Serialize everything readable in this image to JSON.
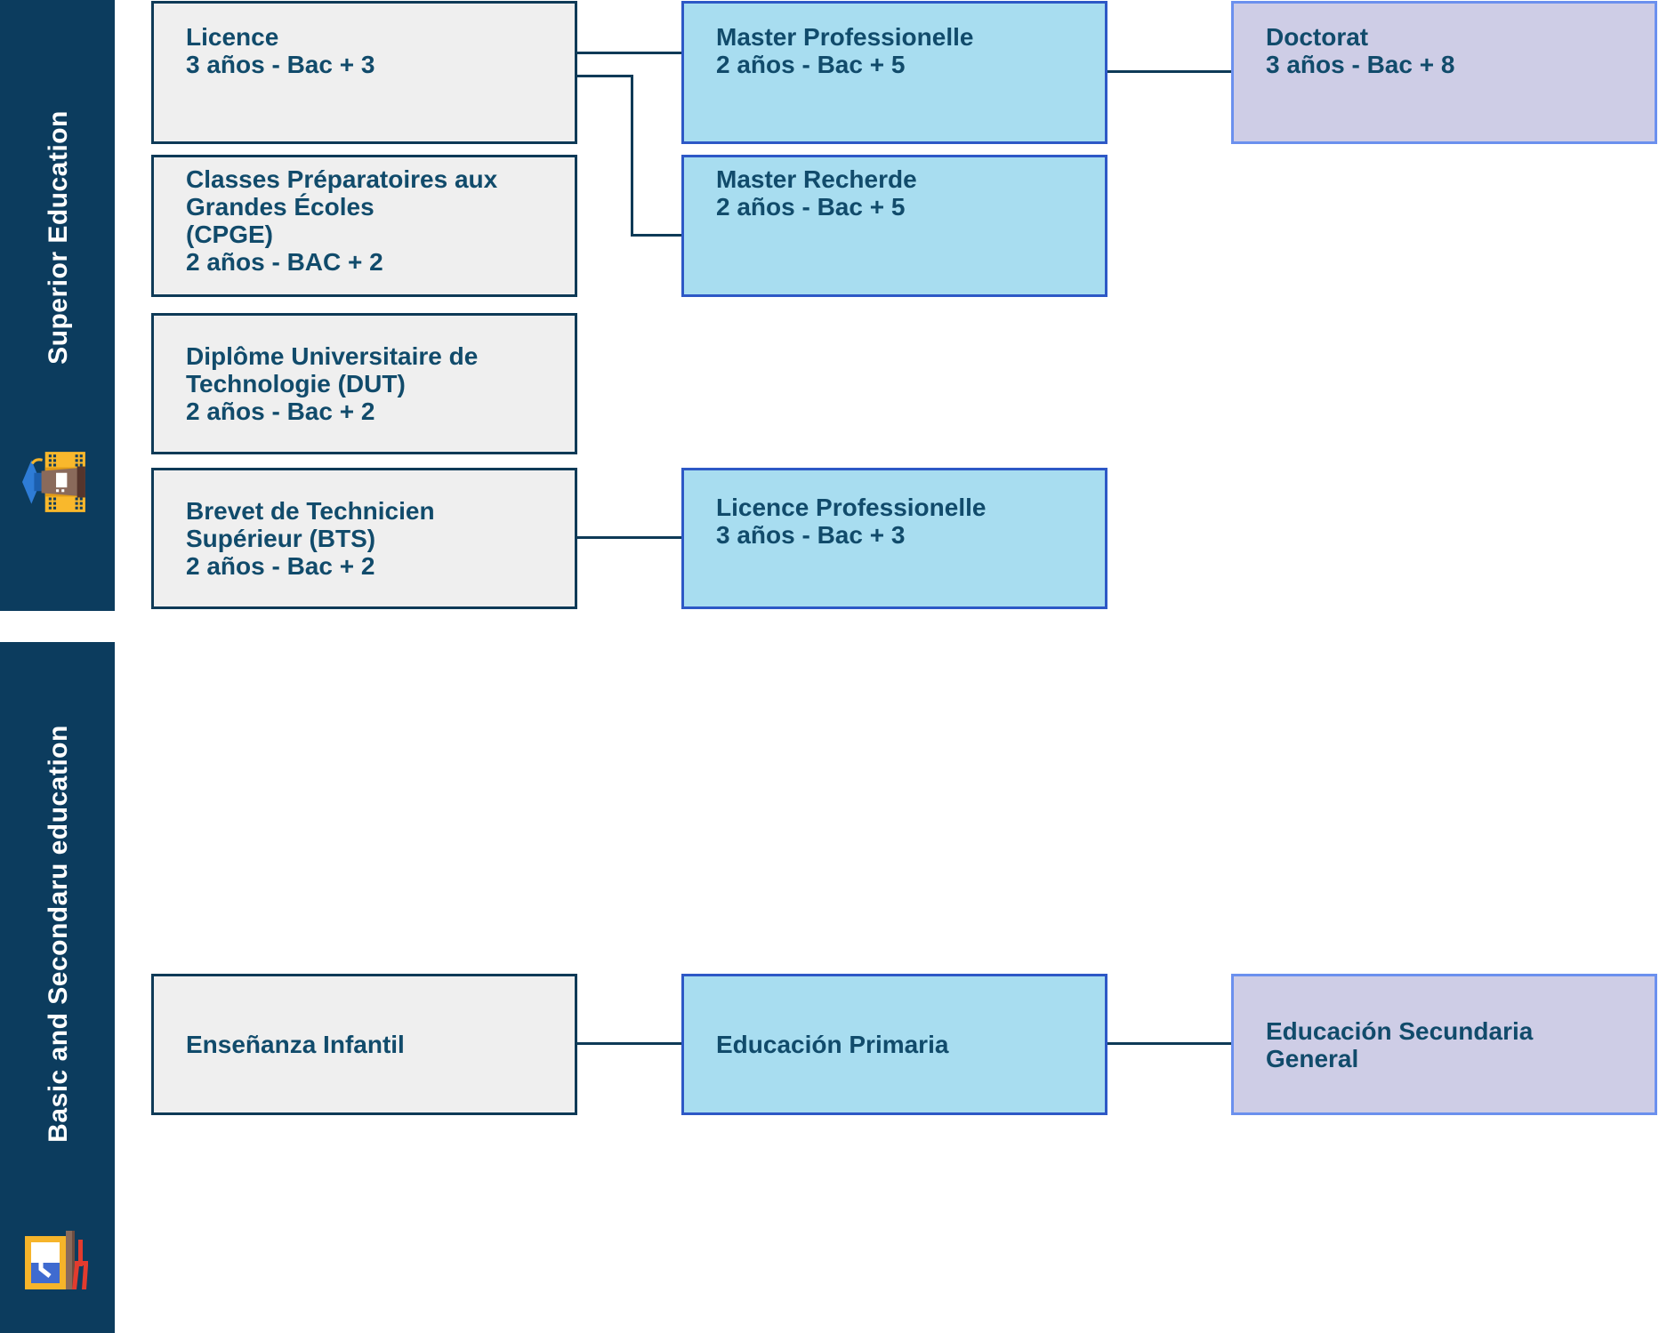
{
  "sidebar": {
    "superior": {
      "label": "Superior Education",
      "icon": "school-building-icon"
    },
    "basic": {
      "label": "Basic and Secondaru education",
      "icon": "classroom-icon"
    }
  },
  "boxes": {
    "licence": {
      "lines": [
        "Licence",
        "3 años - Bac + 3"
      ]
    },
    "cpge": {
      "lines": [
        "Classes Préparatoires aux",
        "Grandes Écoles",
        "(CPGE)",
        "2 años - BAC + 2"
      ]
    },
    "dut": {
      "lines": [
        "Diplôme Universitaire de",
        "Technologie (DUT)",
        "2 años - Bac + 2"
      ]
    },
    "bts": {
      "lines": [
        "Brevet de Technicien",
        "Supérieur (BTS)",
        "2 años - Bac + 2"
      ]
    },
    "ensenanza_infantil": {
      "lines": [
        "Enseñanza Infantil"
      ]
    },
    "master_professionelle": {
      "lines": [
        "Master Professionelle",
        "2 años - Bac + 5"
      ]
    },
    "master_recherde": {
      "lines": [
        "Master Recherde",
        "2 años - Bac + 5"
      ]
    },
    "licence_professionelle": {
      "lines": [
        "Licence Professionelle",
        "3 años - Bac + 3"
      ]
    },
    "educacion_primaria": {
      "lines": [
        "Educación Primaria"
      ]
    },
    "doctorat": {
      "lines": [
        "Doctorat",
        "3 años - Bac + 8"
      ]
    },
    "educacion_secundaria_general": {
      "lines": [
        "Educación Secundaria",
        "General"
      ]
    }
  },
  "colors": {
    "sidebar": "#0c3c5e",
    "navyBorder": "#0e3a57",
    "grayFill": "#efefef",
    "blueFill": "#a8ddf0",
    "blueBorder": "#2d58c6",
    "purpleFill": "#cecde6",
    "purpleBorder": "#6b90ee",
    "text": "#114b6b"
  }
}
